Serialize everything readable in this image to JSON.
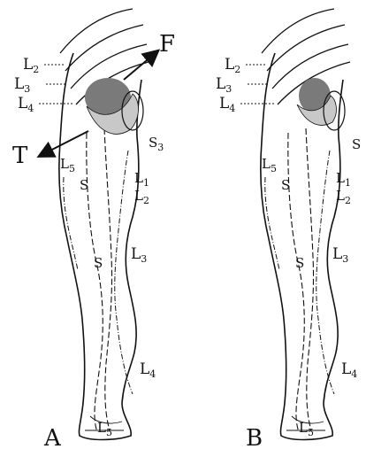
{
  "panel_a": {
    "caption": "A",
    "arrow_f": "F",
    "arrow_t": "T",
    "l2": "L",
    "l2_sub": "2",
    "l3": "L",
    "l3_sub": "3",
    "l4": "L",
    "l4_sub": "4",
    "s3": "S",
    "s3_sub": "3",
    "l5": "L",
    "l5_sub": "5",
    "s_thigh": "S",
    "l1_r": "L",
    "l1_r_sub": "1",
    "l2_r": "L",
    "l2_r_sub": "2",
    "l3_calf": "L",
    "l3_calf_sub": "3",
    "s_knee": "S",
    "l4_low": "L",
    "l4_low_sub": "4",
    "l5_foot": "L",
    "l5_foot_sub": "5"
  },
  "panel_b": {
    "caption": "B",
    "l2": "L",
    "l2_sub": "2",
    "l3": "L",
    "l3_sub": "3",
    "l4": "L",
    "l4_sub": "4",
    "s_hip": "S",
    "l5": "L",
    "l5_sub": "5",
    "s_thigh": "S",
    "l1_r": "L",
    "l1_r_sub": "1",
    "l2_r": "L",
    "l2_r_sub": "2",
    "l3_calf": "L",
    "l3_calf_sub": "3",
    "s_knee": "S",
    "l4_low": "L",
    "l4_low_sub": "4",
    "l5_foot": "L",
    "l5_foot_sub": "5"
  },
  "colors": {
    "lesion_dark": "#7a7a7a",
    "lesion_light": "#c8c8c8",
    "ink": "#111111"
  }
}
